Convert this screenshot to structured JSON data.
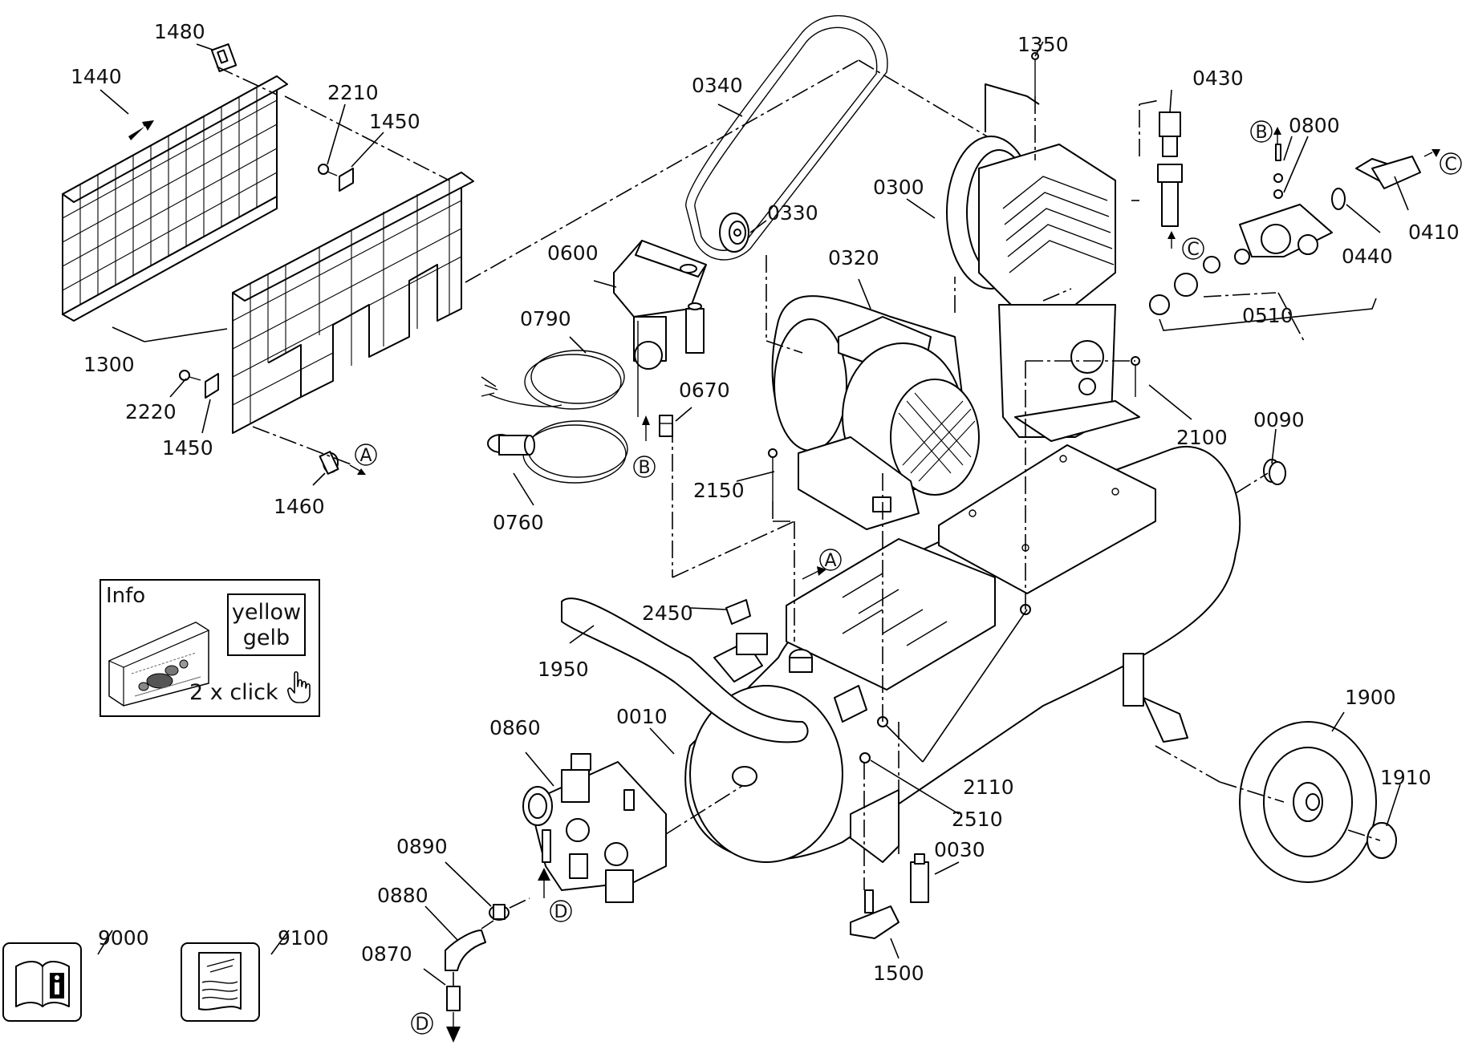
{
  "parts": {
    "p0010": "0010",
    "p0030": "0030",
    "p0090": "0090",
    "p0300": "0300",
    "p0320": "0320",
    "p0330": "0330",
    "p0340": "0340",
    "p0410": "0410",
    "p0430": "0430",
    "p0440": "0440",
    "p0510": "0510",
    "p0600": "0600",
    "p0670": "0670",
    "p0760": "0760",
    "p0790": "0790",
    "p0800": "0800",
    "p0860": "0860",
    "p0870": "0870",
    "p0880": "0880",
    "p0890": "0890",
    "p1300": "1300",
    "p1350": "1350",
    "p1440": "1440",
    "p1450a": "1450",
    "p1450b": "1450",
    "p1460": "1460",
    "p1480": "1480",
    "p1500": "1500",
    "p1900": "1900",
    "p1910": "1910",
    "p1950": "1950",
    "p2100": "2100",
    "p2110": "2110",
    "p2150": "2150",
    "p2210": "2210",
    "p2220": "2220",
    "p2450": "2450",
    "p2510": "2510",
    "p9000": "9000",
    "p9100": "9100"
  },
  "callouts": {
    "A": "A",
    "B": "B",
    "C": "C",
    "D": "D"
  },
  "info": {
    "title": "Info",
    "color_en": "yellow",
    "color_de": "gelb",
    "hint": "2 x click"
  },
  "icons": {
    "manual": "manual-info-icon",
    "parts_list": "parts-list-icon",
    "pointer": "hand-pointer-icon"
  }
}
